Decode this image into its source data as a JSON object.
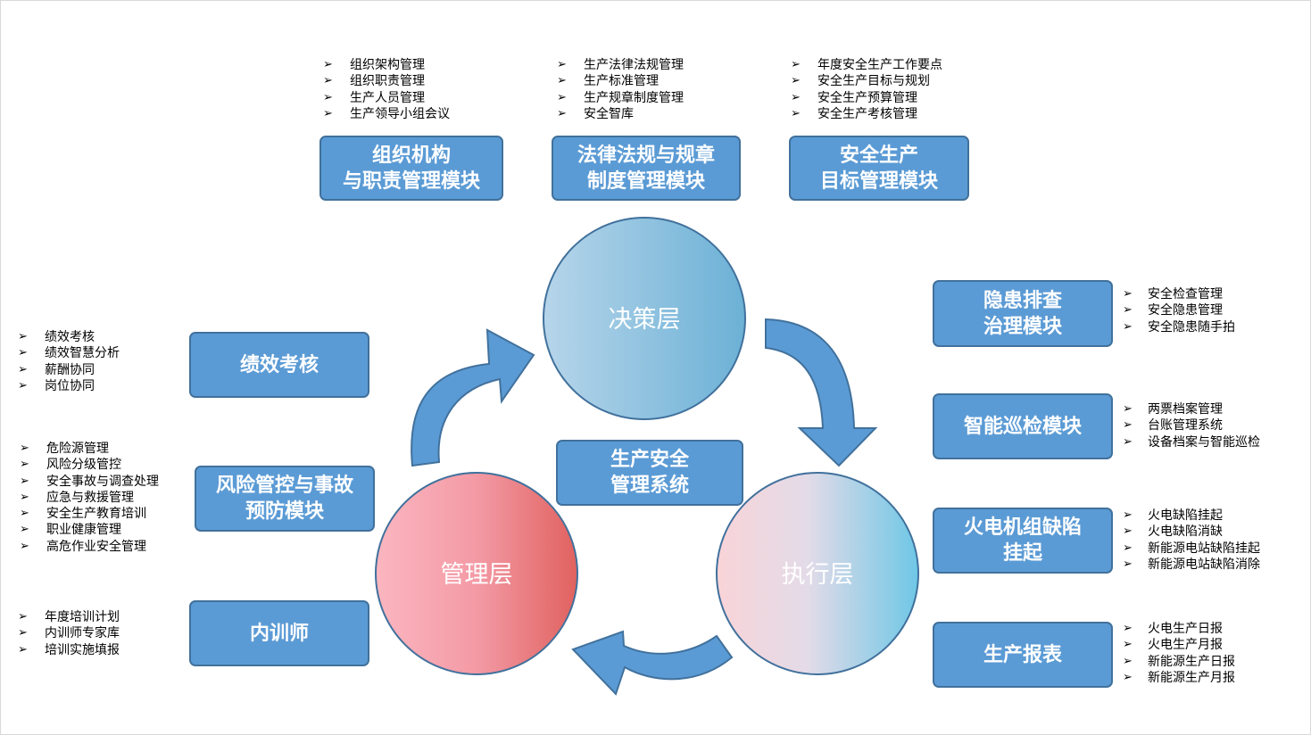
{
  "center": {
    "label": "生产安全\n管理系统"
  },
  "layers": {
    "decision": "决策层",
    "execution": "执行层",
    "management": "管理层"
  },
  "top_modules": [
    {
      "label": "组织机构\n与职责管理模块",
      "items": [
        "组织架构管理",
        "组织职责管理",
        "生产人员管理",
        "生产领导小组会议"
      ]
    },
    {
      "label": "法律法规与规章\n制度管理模块",
      "items": [
        "生产法律法规管理",
        "生产标准管理",
        "生产规章制度管理",
        "安全智库"
      ]
    },
    {
      "label": "安全生产\n目标管理模块",
      "items": [
        "年度安全生产工作要点",
        "安全生产目标与规划",
        "安全生产预算管理",
        "安全生产考核管理"
      ]
    }
  ],
  "right_modules": [
    {
      "label": "隐患排查\n治理模块",
      "items": [
        "安全检查管理",
        "安全隐患管理",
        "安全隐患随手拍"
      ]
    },
    {
      "label": "智能巡检模块",
      "items": [
        "两票档案管理",
        "台账管理系统",
        "设备档案与智能巡检"
      ]
    },
    {
      "label": "火电机组缺陷\n挂起",
      "items": [
        "火电缺陷挂起",
        "火电缺陷消缺",
        "新能源电站缺陷挂起",
        "新能源电站缺陷消除"
      ]
    },
    {
      "label": "生产报表",
      "items": [
        "火电生产日报",
        "火电生产月报",
        "新能源生产日报",
        "新能源生产月报"
      ]
    }
  ],
  "left_modules": [
    {
      "label": "绩效考核",
      "items": [
        "绩效考核",
        "绩效智慧分析",
        "薪酬协同",
        "岗位协同"
      ]
    },
    {
      "label": "风险管控与事故\n预防模块",
      "items": [
        "危险源管理",
        "风险分级管控",
        "安全事故与调查处理",
        "应急与救援管理",
        "安全生产教育培训",
        "职业健康管理",
        "高危作业安全管理"
      ]
    },
    {
      "label": "内训师",
      "items": [
        "年度培训计划",
        "内训师专家库",
        "培训实施填报"
      ]
    }
  ],
  "bullet_glyph": "➢",
  "colors": {
    "box_fill": "#5b9bd5",
    "box_border": "#41719c",
    "arrow": "#5b9bd5",
    "decision_gradient": [
      "#b4d3e9",
      "#6bb0d6"
    ],
    "execution_gradient": [
      "#f8d5da",
      "#72c8e6"
    ],
    "management_gradient": [
      "#fbb4bf",
      "#e06468"
    ]
  }
}
